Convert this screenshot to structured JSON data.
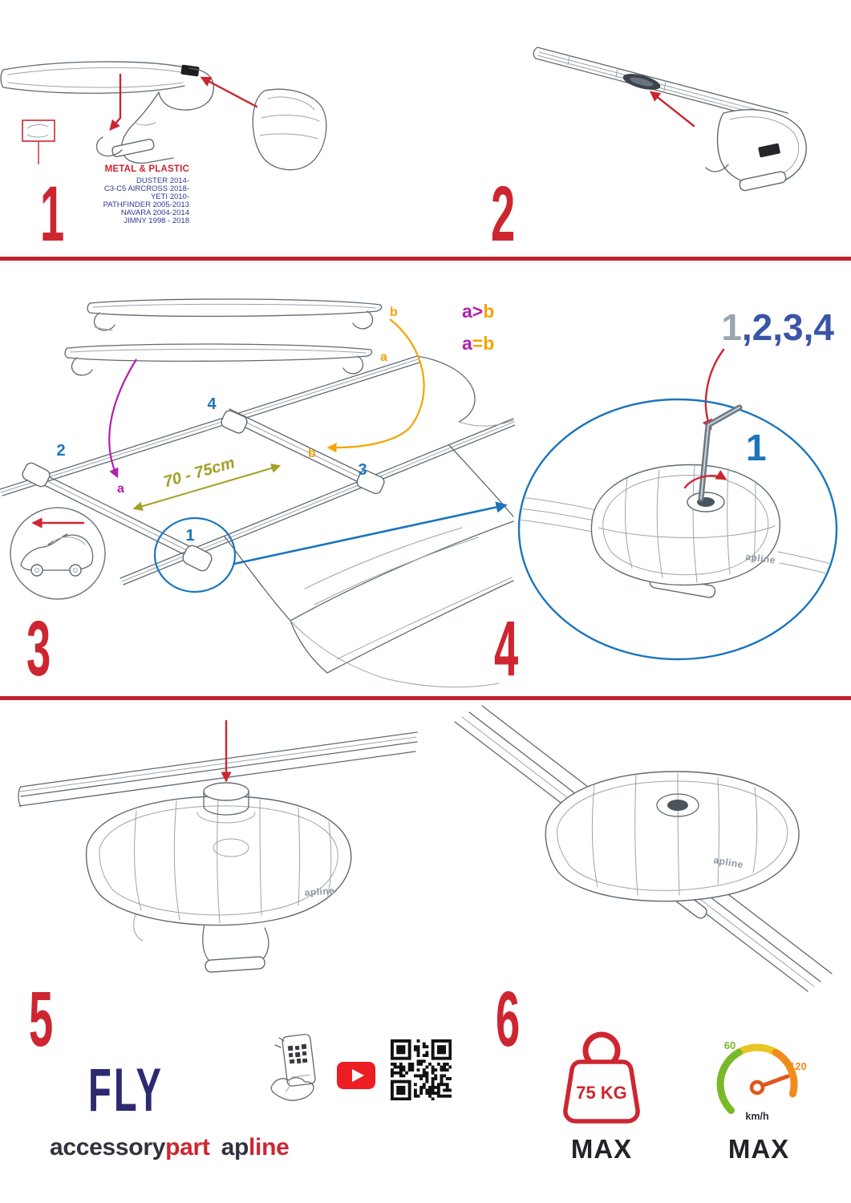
{
  "colors": {
    "red": "#cd2630",
    "blue": "#1b75bb",
    "navy": "#2b3990",
    "purple": "#b21fae",
    "orange": "#f5a300",
    "olive": "#a2a024"
  },
  "steps": {
    "s1": {
      "number": "1",
      "material": "METAL & PLASTIC",
      "models": [
        "DUSTER 2014-",
        "C3-C5 AIRCROSS 2018-",
        "YETI 2010-",
        "PATHFINDER 2005-2013",
        "NAVARA 2004-2014",
        "JIMNY 1998 - 2018"
      ]
    },
    "s2": {
      "number": "2"
    },
    "s3": {
      "number": "3",
      "loose_bar_top_label": "b",
      "loose_bar_bottom_label": "a",
      "rule_gt": {
        "a": "a",
        "op": ">",
        "b": "b"
      },
      "rule_eq": {
        "a": "a",
        "op": "=",
        "b": "b"
      },
      "distance": "70 - 75cm",
      "roof_a": "a",
      "roof_b": "b",
      "foot_front_left": "2",
      "foot_rear_left": "4",
      "foot_rear_right": "3",
      "foot_front_right": "1"
    },
    "s4": {
      "number": "4",
      "sequence_first": "1",
      "sequence_rest": ",2,3,4",
      "foot_number": "1",
      "logo": "apline"
    },
    "s5": {
      "number": "5",
      "logo": "apline"
    },
    "s6": {
      "number": "6",
      "logo": "apline"
    }
  },
  "footer": {
    "fly": "FLY",
    "brand": {
      "accessory": "accessory",
      "part": "part",
      "ap": "ap",
      "line": "line"
    },
    "icons": {
      "phone": "qr-scan-phone-icon",
      "youtube": "youtube-icon",
      "qr": "qr-code-icon",
      "weight": "weight-limit-icon",
      "speedometer": "speed-limit-icon"
    },
    "weight": {
      "value": "75 KG",
      "max": "MAX"
    },
    "speed": {
      "min": "60",
      "max_value": "120",
      "unit": "km/h",
      "max": "MAX"
    }
  }
}
